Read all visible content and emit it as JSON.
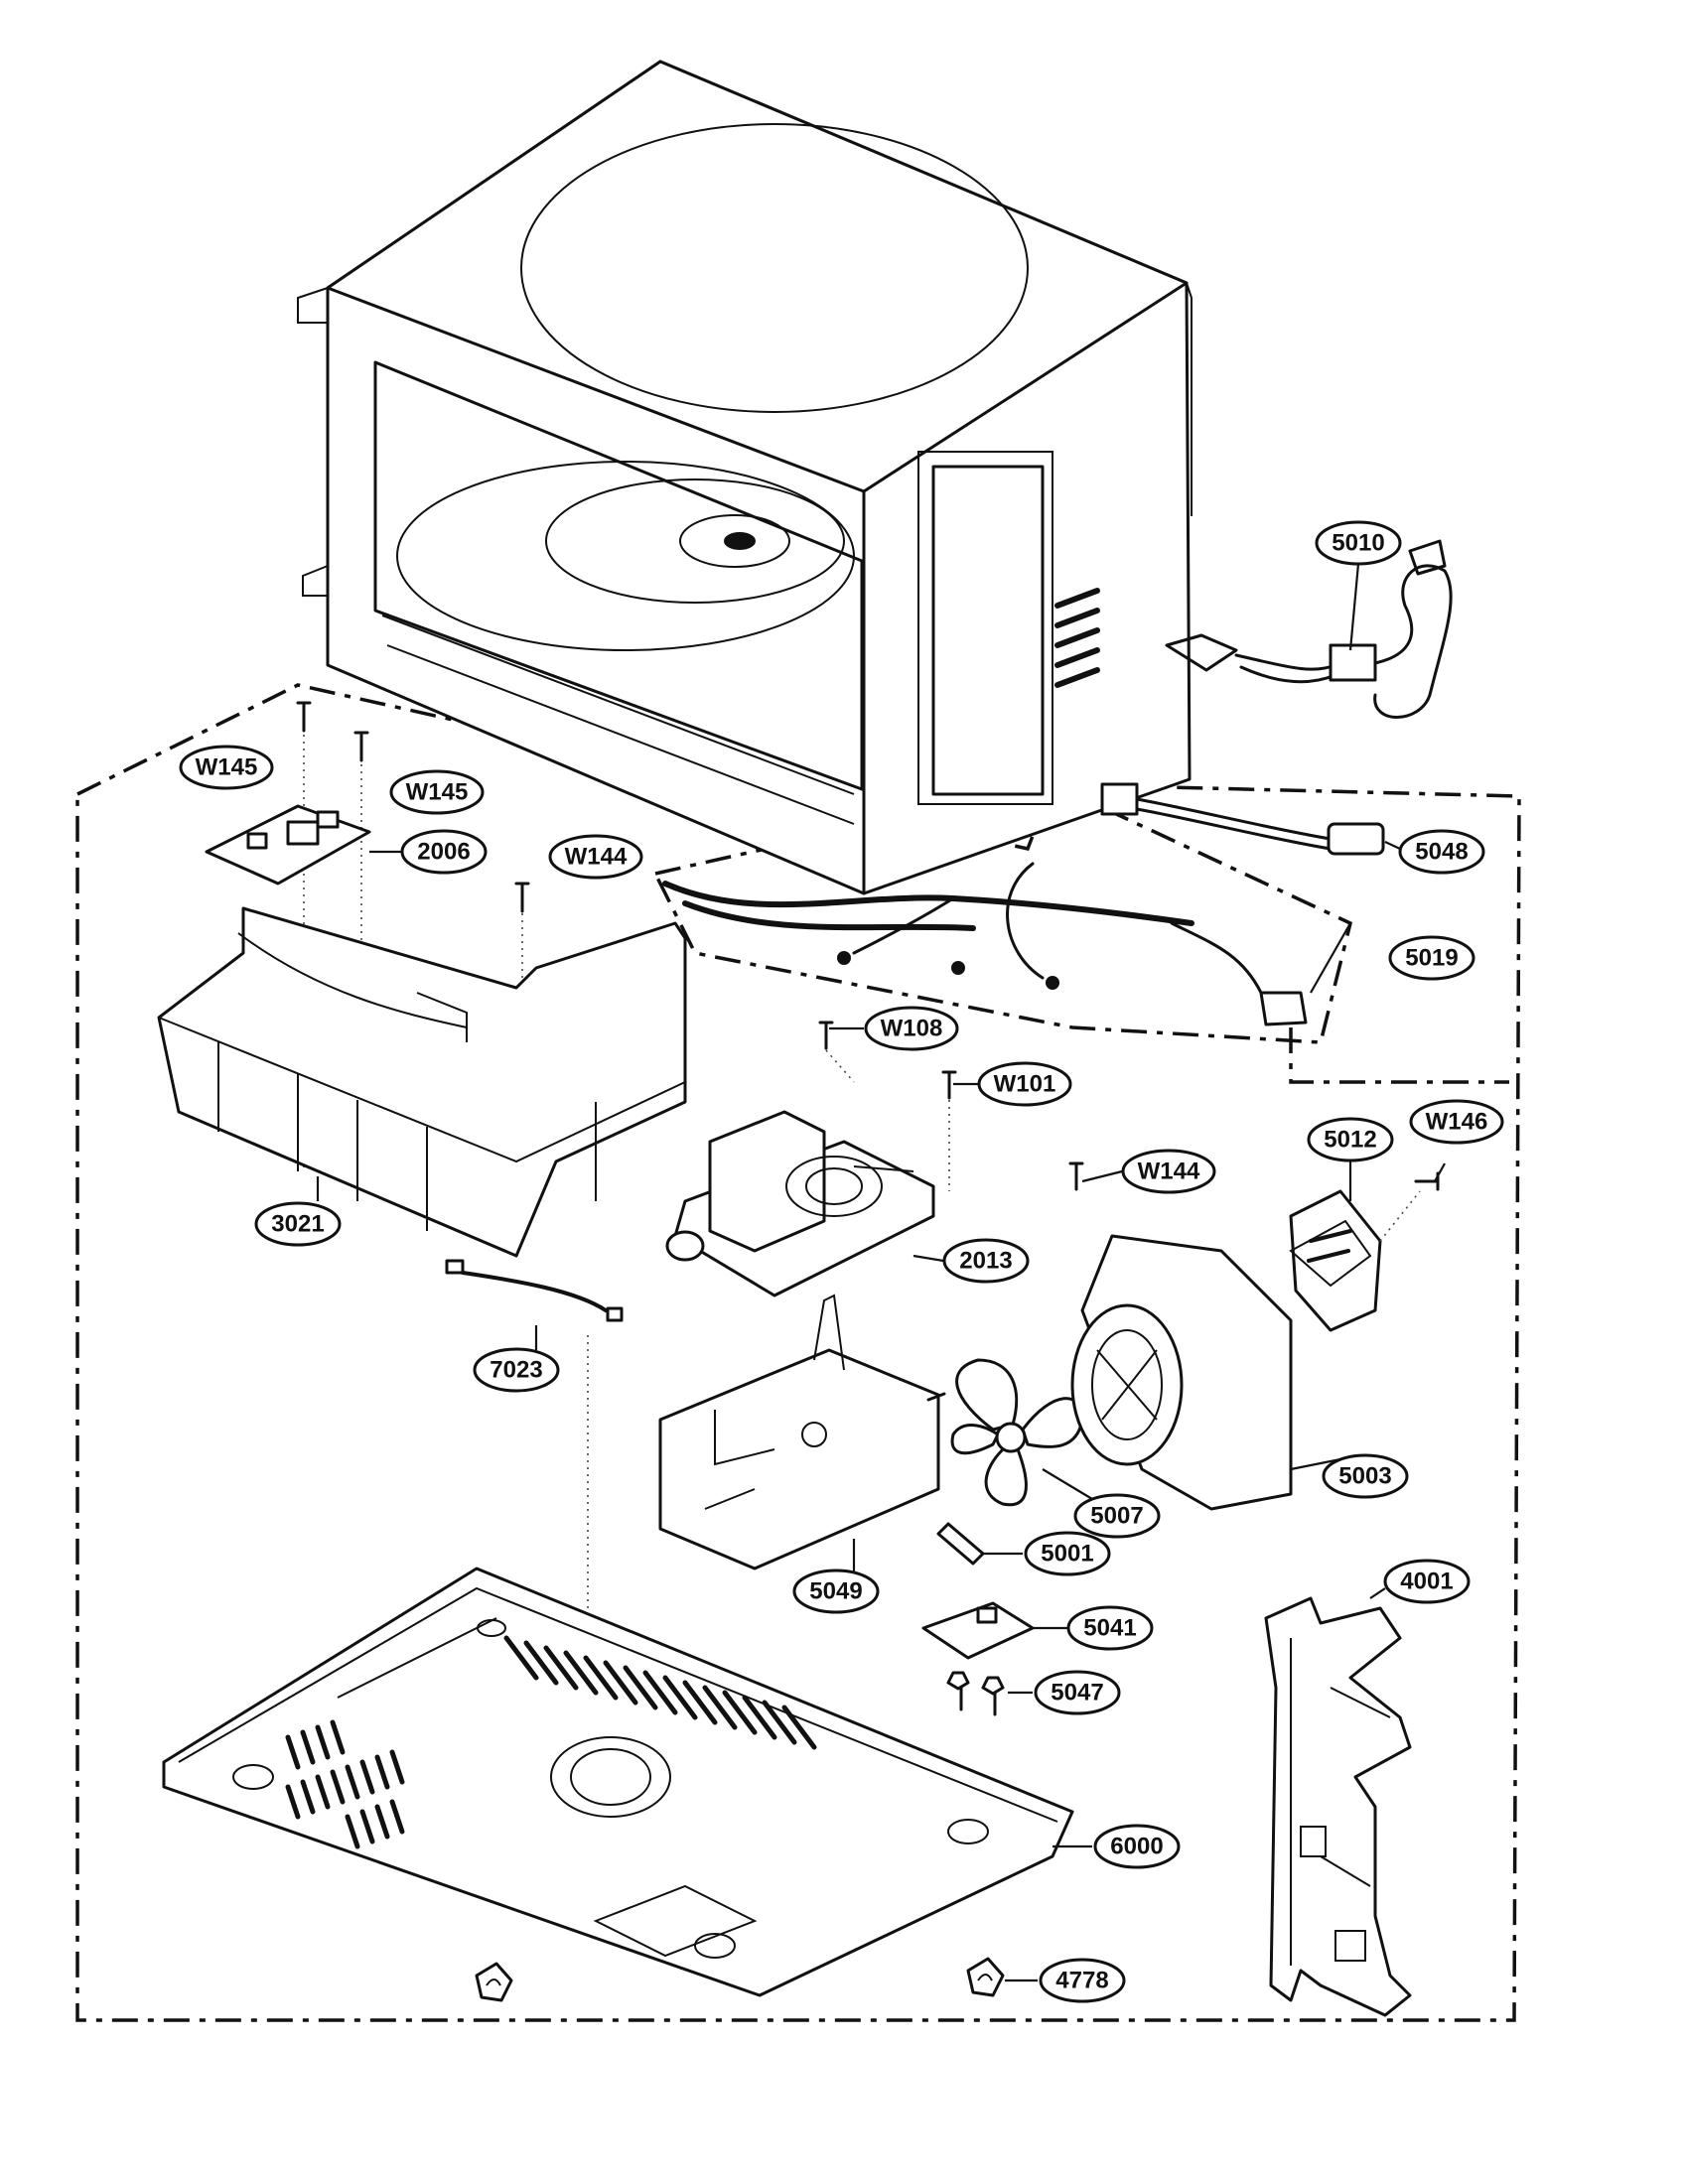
{
  "callouts": {
    "c5010": "5010",
    "cW145a": "W145",
    "cW145b": "W145",
    "c2006": "2006",
    "cW144a": "W144",
    "c5048": "5048",
    "c5019": "5019",
    "cW108": "W108",
    "cW101": "W101",
    "c5012": "5012",
    "cW146": "W146",
    "cW144b": "W144",
    "c3021": "3021",
    "c2013": "2013",
    "c7023": "7023",
    "c5003": "5003",
    "c5007": "5007",
    "c5001": "5001",
    "c5049": "5049",
    "c5041": "5041",
    "c4001": "4001",
    "c5047": "5047",
    "c6000": "6000",
    "c4778": "4778"
  }
}
